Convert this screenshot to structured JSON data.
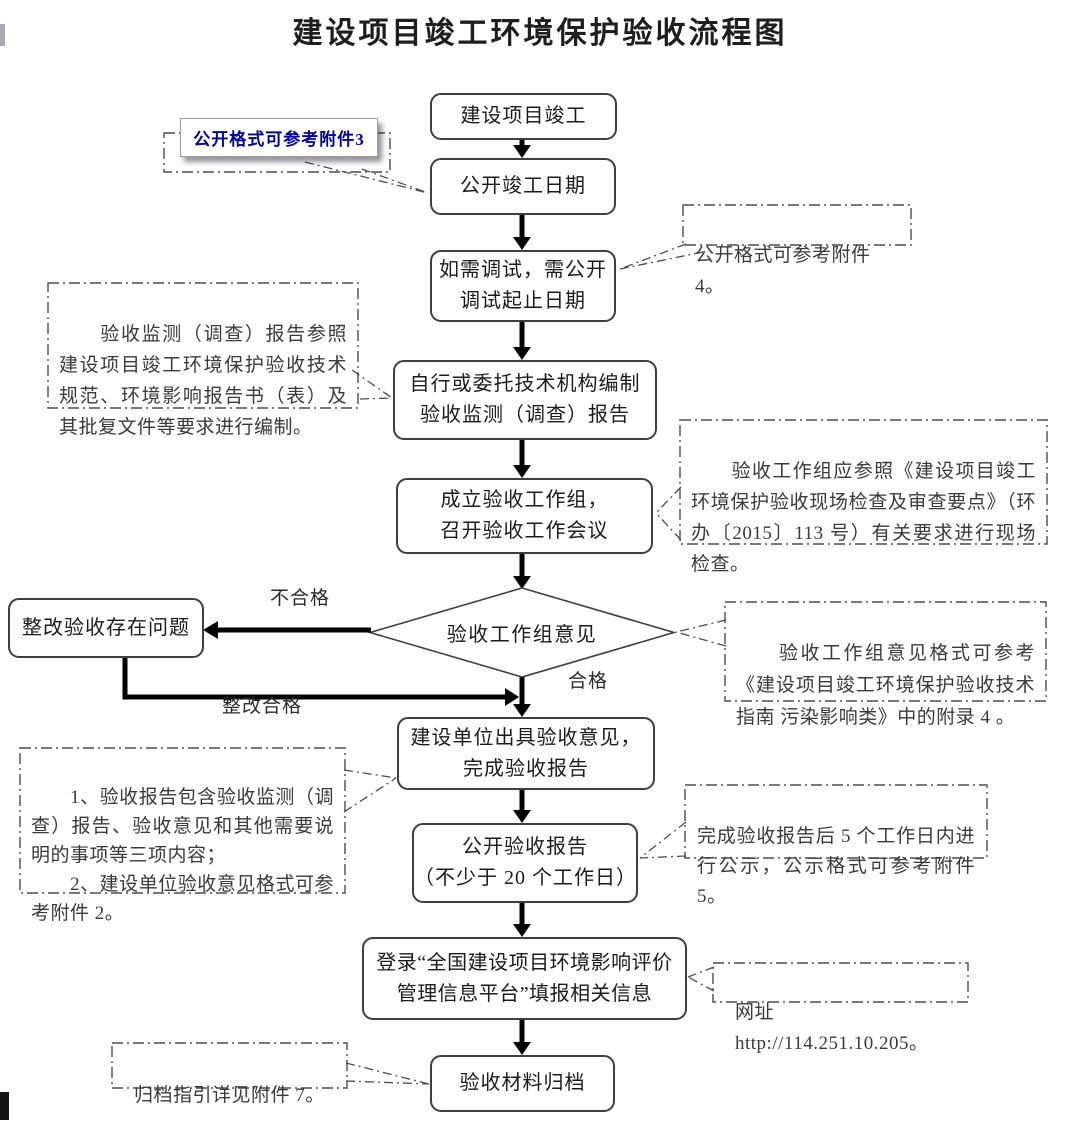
{
  "title": "建设项目竣工环境保护验收流程图",
  "steps": {
    "completion": "建设项目竣工",
    "publish_date": "公开竣工日期",
    "debugging": "如需调试，需公开\n调试起止日期",
    "compile_report": "自行或委托技术机构编制\n验收监测（调查）报告",
    "workgroup": "成立验收工作组，\n召开验收工作会议",
    "decision": "验收工作组意见",
    "rework": "整改验收存在问题",
    "issue_opinion": "建设单位出具验收意见，\n完成验收报告",
    "publish_report": "公开验收报告\n（不少于 20 个工作日）",
    "platform": "登录“全国建设项目环境影响评价\n管理信息平台”填报相关信息",
    "archive": "验收材料归档"
  },
  "labels": {
    "fail": "不合格",
    "pass": "合格",
    "rework_pass": "整改合格"
  },
  "callouts": {
    "attachment3": "公开格式可参考附件3",
    "attachment4": "公开格式可参考附件 4。",
    "monitoring_report": "　　验收监测（调查）报告参照建设项目竣工环境保护验收技术规范、环境影响报告书（表）及其批复文件等要求进行编制。",
    "site_check": "　　验收工作组应参照《建设项目竣工环境保护验收现场检查及审查要点》（环办〔2015〕113 号）有关要求进行现场检查。",
    "opinion_format": "　　验收工作组意见格式可参考《建设项目竣工环境保护验收技术指南 污染影响类》中的附录 4 。",
    "report_contents": "　　1、验收报告包含验收监测（调查）报告、验收意见和其他需要说明的事项等三项内容；\n　　2、建设单位验收意见格式可参考附件 2。",
    "publicity": "完成验收报告后 5 个工作日内进行公示，公示格式可参考附件 5。",
    "website": "网址 http://114.251.10.205。",
    "archive_guide": "归档指引详见附件 7。"
  },
  "colors": {
    "accent_blue": "#00009C"
  }
}
